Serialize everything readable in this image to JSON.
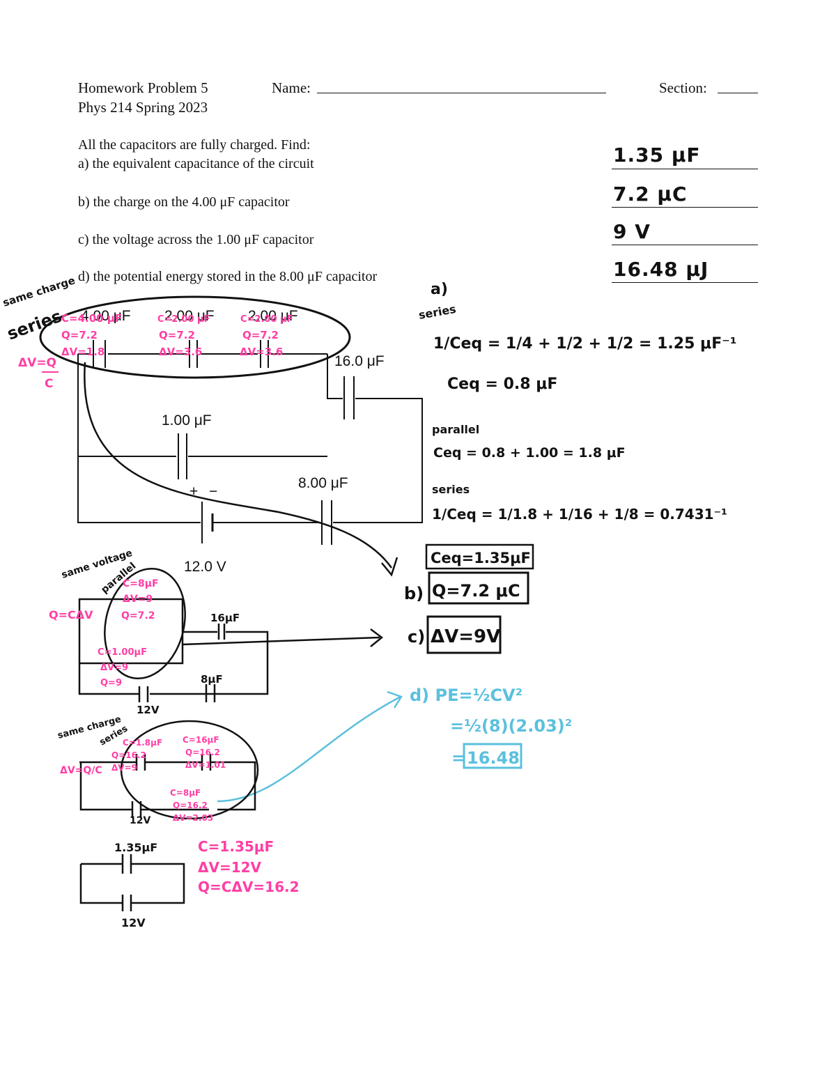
{
  "header": {
    "title": "Homework Problem 5",
    "course": "Phys 214 Spring 2023",
    "name_label": "Name:",
    "section_label": "Section:"
  },
  "intro": "All the capacitors are fully charged. Find:",
  "questions": [
    {
      "text": "a) the equivalent capacitance of the circuit",
      "answer": "1.35 μF"
    },
    {
      "text": "b) the charge on the 4.00 μF capacitor",
      "answer": "7.2 μC"
    },
    {
      "text": "c) the voltage across the 1.00 μF capacitor",
      "answer": "9 V"
    },
    {
      "text": "d) the potential energy stored in the 8.00 μF capacitor",
      "answer": "16.48 μJ"
    }
  ],
  "circuit": {
    "labels": {
      "c4": "4.00 μF",
      "c2a": "2.00 μF",
      "c2b": "2.00 μF",
      "c16": "16.0 μF",
      "c1": "1.00 μF",
      "c8": "8.00 μF",
      "battery": "12.0 V",
      "plus": "+",
      "minus": "−"
    }
  },
  "annotations": {
    "same_charge": "same charge",
    "series": "series",
    "dv_formula_num": "ΔV=Q",
    "dv_formula_den": "C",
    "c4": [
      "C=4.00 μF",
      "Q=7.2",
      "ΔV=1.8"
    ],
    "c2a": [
      "C=2.00 μF",
      "Q=7.2",
      "ΔV=3.6"
    ],
    "c2b": [
      "C=2.00 μF",
      "Q=7.2",
      "ΔV=3.6"
    ],
    "step_a": "a)",
    "step_series": "series",
    "eq1": "1/Ceq = 1/4 + 1/2 + 1/2 = 1.25 μF⁻¹",
    "eq1_result": "Ceq = 0.8 μF",
    "step_parallel": "parallel",
    "eq2": "Ceq = 0.8 + 1.00 = 1.8 μF",
    "step_series2": "series",
    "eq3": "1/Ceq = 1/1.8 + 1/16 + 1/8 = 0.7431⁻¹",
    "boxed_ceq": "Ceq=1.35μF",
    "b_label": "b)",
    "b_box": "Q=7.2 μC",
    "c_label": "c)",
    "c_box": "ΔV=9V",
    "d_line1": "d) PE=½CV²",
    "d_line2": "=½(8)(2.03)²",
    "d_eq": "=",
    "d_box": "16.48",
    "same_voltage": "same voltage",
    "parallel_word": "parallel",
    "q_cdv": "Q=CΔV",
    "p_c8": [
      "C=8μF",
      "ΔV=9",
      "Q=7.2"
    ],
    "p_c1": [
      "C=1.00μF",
      "ΔV=9",
      "Q=9"
    ],
    "p_16": "16μF",
    "p_8": "8μF",
    "p_12": "12V",
    "s_same_charge": "same charge",
    "s_series": "series",
    "s_dv": "ΔV=Q/C",
    "s_c18": [
      "C=1.8μF",
      "Q=16.2",
      "ΔV=9"
    ],
    "s_c16": [
      "C=16μF",
      "Q=16.2",
      "ΔV=1.01"
    ],
    "s_c8": [
      "C=8μF",
      "Q=16.2",
      "ΔV=2.03"
    ],
    "s_12": "12V",
    "f_135": "1.35μF",
    "f_12": "12V",
    "f_vals": [
      "C=1.35μF",
      "ΔV=12V",
      "Q=CΔV=16.2"
    ]
  },
  "colors": {
    "ink": "#111111",
    "pink": "#ff3ea5",
    "blue": "#5bc0de"
  }
}
